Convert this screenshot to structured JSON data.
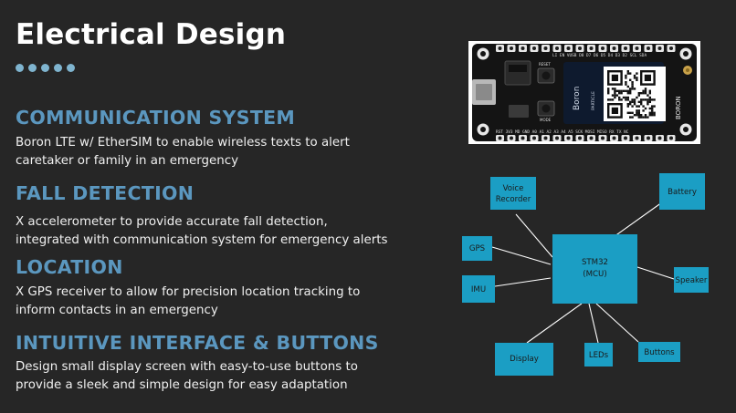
{
  "title": "Electrical Design",
  "sections": [
    {
      "heading": "COMMUNICATION SYSTEM",
      "lines": [
        "Boron LTE w/ EtherSIM to enable wireless texts to alert",
        "caretaker or family in an emergency"
      ]
    },
    {
      "heading": "FALL DETECTION",
      "lines": [
        "X accelerometer to provide accurate fall detection,",
        "integrated with communication system for emergency alerts"
      ]
    },
    {
      "heading": "LOCATION",
      "lines": [
        "X GPS receiver to allow for precision location tracking to",
        "inform contacts in an emergency"
      ]
    },
    {
      "heading": "INTUITIVE INTERFACE & BUTTONS",
      "lines": [
        "Design small display screen with easy-to-use buttons to",
        "provide a sleek and simple design for easy adaptation"
      ]
    }
  ],
  "board": {
    "name": "Boron",
    "vertical_label": "BORON",
    "brand": "PARTICLE",
    "reset_label": "RESET",
    "mode_label": "MODE",
    "top_pins": "LI EN VUSB D8 D7 D6 D5 D4 D3 D2 SCL SDA",
    "bottom_pins": "RST 3V3 MD GND A0 A1 A2 A3 A4 A5 SCK MOSI MISO RX TX NC",
    "accent_color": "#0e1a2e"
  },
  "diagram": {
    "mcu_line1": "STM32",
    "mcu_line2": "(MCU)",
    "voice_line1": "Voice",
    "voice_line2": "Recorder",
    "battery": "Battery",
    "gps": "GPS",
    "imu": "IMU",
    "speaker": "Speaker",
    "display": "Display",
    "leds": "LEDs",
    "buttons": "Buttons",
    "box_color": "#1b9ec4"
  }
}
